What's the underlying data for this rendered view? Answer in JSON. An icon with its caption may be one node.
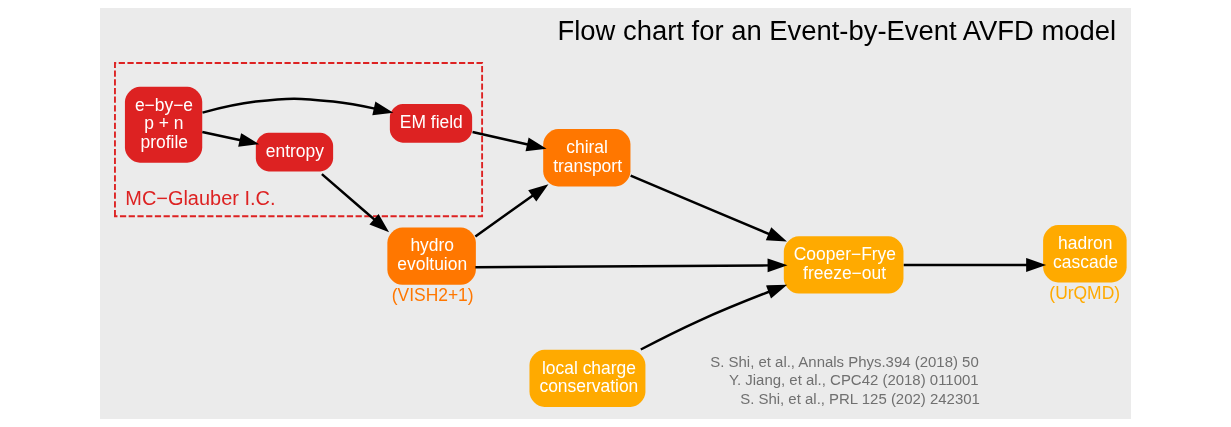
{
  "diagram": {
    "title": "Flow chart for an Event-by-Event AVFD model",
    "nodes": [
      {
        "text": [
          "MC−Glauber I.C."
        ]
      },
      {
        "text": [
          "e−by−e p + n profile"
        ],
        "in": 0
      },
      {
        "text": [
          "entropy"
        ],
        "in": 0
      },
      {
        "text": [
          "EM field"
        ],
        "in": 0
      },
      {
        "text": [
          "hydro evoltuion"
        ],
        "beside": [
          "(VISH2+1)"
        ]
      },
      {
        "text": [
          "chiral transport"
        ]
      },
      {
        "text": [
          "Cooper−Frye freeze−out"
        ]
      },
      {
        "text": [
          "hadron cascade"
        ],
        "beside": [
          "(UrQMD)"
        ]
      },
      {
        "text": [
          "local charge conservation"
        ]
      }
    ],
    "edges": [
      {
        "from": 1,
        "to": 2,
        "arrow": "to"
      },
      {
        "from": 1,
        "to": 3,
        "arrow": "to"
      },
      {
        "from": 2,
        "to": 4,
        "arrow": "to"
      },
      {
        "from": 4,
        "to": 5,
        "arrow": "to"
      },
      {
        "from": 3,
        "to": 5,
        "arrow": "to"
      },
      {
        "from": 4,
        "to": 6,
        "arrow": "to"
      },
      {
        "from": 5,
        "to": 6,
        "arrow": "to"
      },
      {
        "from": 8,
        "to": 6,
        "arrow": "to"
      },
      {
        "from": 6,
        "to": 7,
        "arrow": "to"
      }
    ],
    "labels": [
      "S. Shi, et al., Annals Phys.394 (2018) 50",
      "Y. Jiang, et al., CPC42 (2018) 011001",
      "S. Shi, et al., PRL 125 (202) 242301"
    ]
  }
}
